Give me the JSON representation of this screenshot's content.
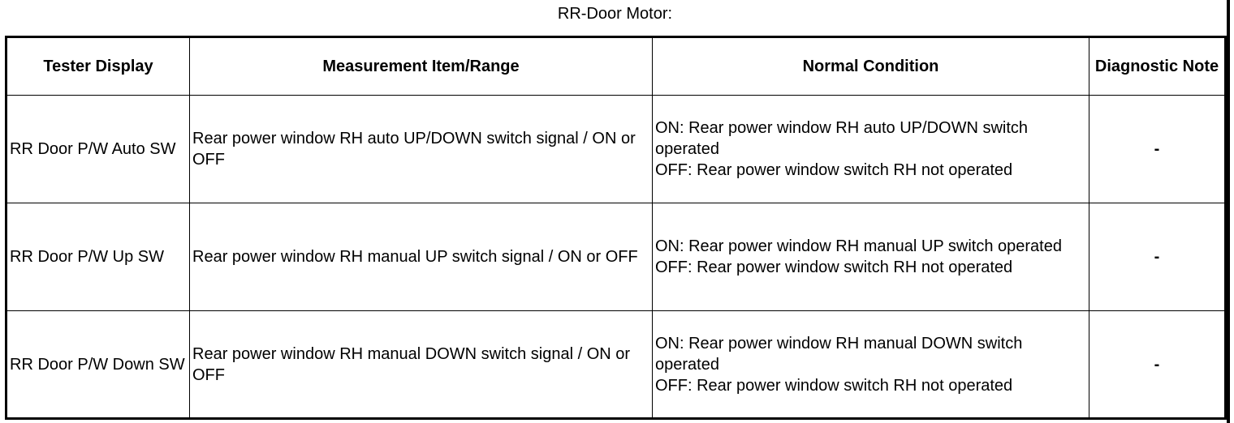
{
  "title": "RR-Door Motor:",
  "table": {
    "headers": [
      "Tester Display",
      "Measurement Item/Range",
      "Normal Condition",
      "Diagnostic Note"
    ],
    "rows": [
      {
        "tester_display": "RR Door P/W Auto SW",
        "measurement": "Rear power window RH auto UP/DOWN switch signal / ON or OFF",
        "condition_on": "ON: Rear power window RH auto UP/DOWN switch operated",
        "condition_off": "OFF: Rear power window switch RH not operated",
        "note": "-"
      },
      {
        "tester_display": "RR Door P/W Up SW",
        "measurement": "Rear power window RH manual UP switch signal / ON or OFF",
        "condition_on": "ON: Rear power window RH manual UP switch operated",
        "condition_off": "OFF: Rear power window switch RH not operated",
        "note": "-"
      },
      {
        "tester_display": "RR Door P/W Down SW",
        "measurement": "Rear power window RH manual DOWN switch signal / ON or OFF",
        "condition_on": "ON: Rear power window RH manual DOWN switch operated",
        "condition_off": "OFF: Rear power window switch RH not operated",
        "note": "-"
      }
    ]
  }
}
